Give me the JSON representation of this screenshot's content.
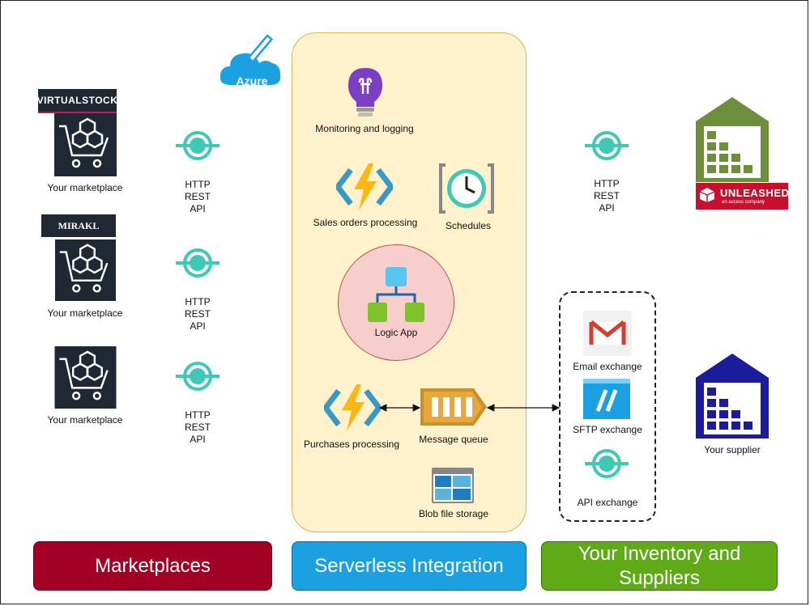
{
  "azure_badge": "Azure",
  "marketplaces": [
    {
      "logo": "VIRTUALSTOCK",
      "label": "Your marketplace"
    },
    {
      "logo": "MIRAKL",
      "label": "Your marketplace"
    },
    {
      "logo": "",
      "label": "Your marketplace"
    }
  ],
  "api_labels": {
    "line1": "HTTP",
    "line2": "REST",
    "line3": "API"
  },
  "serverless": {
    "monitoring": "Monitoring and logging",
    "sales_orders": "Sales orders processing",
    "schedules": "Schedules",
    "logic_app": "Logic App",
    "purchases": "Purchases processing",
    "message_queue": "Message queue",
    "blob_storage": "Blob file storage"
  },
  "exchanges": {
    "email": "Email exchange",
    "sftp": "SFTP exchange",
    "api": "API exchange"
  },
  "inventory": {
    "unleashed_logo": "UNLEASHED",
    "unleashed_sub": "an access company",
    "supplier_label": "Your supplier"
  },
  "banners": {
    "marketplaces": "Marketplaces",
    "serverless": "Serverless Integration",
    "inventory": "Your Inventory and Suppliers"
  },
  "colors": {
    "marketplaces": "#a20025",
    "serverless": "#1ba1e2",
    "inventory": "#60a917",
    "api_icon": "#3ec9b4",
    "warehouse_green": "#6d8e3b",
    "warehouse_blue": "#1a1c99"
  }
}
